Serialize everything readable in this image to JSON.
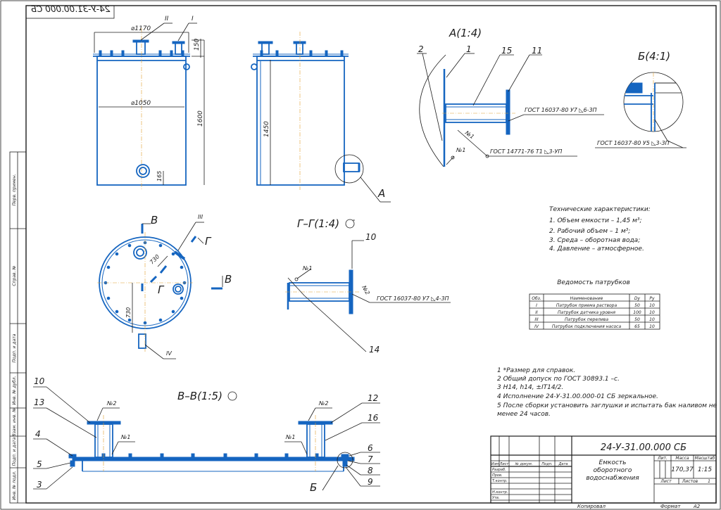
{
  "stamp_mirror": "24-У-31.00.000 СБ",
  "side_labels": [
    "Перв. примен.",
    "Справ. №",
    "Подп. и дата",
    "Инв. № дубл.",
    "Взам. инв. №",
    "Подп. и дата",
    "Инв. № подл."
  ],
  "front_view": {
    "dims": {
      "d_top": "⌀1170",
      "d_body": "⌀1050",
      "h150": "150",
      "h1600": "1600",
      "h165": "165"
    },
    "markers": [
      "II",
      "I"
    ]
  },
  "side_view": {
    "dims": {
      "h1450": "1450"
    },
    "callout": "A"
  },
  "plan_view": {
    "markers": {
      "iii": "III",
      "iv": "IV"
    },
    "section_b": "В",
    "section_g": "Г",
    "dims": {
      "r730": "730",
      "d730": "730"
    }
  },
  "section_gg": {
    "title": "Г–Г(1:4)",
    "parts": [
      "10",
      "14"
    ],
    "weld_n1": "№1",
    "weld_n2": "№2",
    "gost": "ГОСТ 16037-80 У7 ◺4-3П"
  },
  "detail_a": {
    "title": "А(1:4)",
    "parts": [
      "2",
      "1",
      "15",
      "11"
    ],
    "weld_n1a": "№1",
    "weld_n1b": "№1",
    "gost1": "ГОСТ 16037-80 У7 ◺6-3П",
    "gost2": "ГОСТ 14771-76 Т1 ◺3-УП"
  },
  "detail_b": {
    "title": "Б(4:1)",
    "gost": "ГОСТ 16037-80 У5 ◺3-3П"
  },
  "tech": {
    "title": "Технические характеристики:",
    "lines": [
      "1. Объем емкости – 1,45 м³;",
      "2. Рабочий объем – 1 м³;",
      "3. Среда – оборотная вода;",
      "4. Давление – атмосферное."
    ]
  },
  "nozzles": {
    "title": "Ведомость патрубков",
    "headers": [
      "Обз.",
      "Наименование",
      "Dy",
      "Py"
    ],
    "rows": [
      [
        "I",
        "Патрубок приема раствора",
        "50",
        "10"
      ],
      [
        "II",
        "Патрубок датчика уровня",
        "100",
        "10"
      ],
      [
        "III",
        "Патрубок перелива",
        "50",
        "10"
      ],
      [
        "IV",
        "Патрубок подключения насоса",
        "65",
        "10"
      ]
    ]
  },
  "notes": [
    "1 *Размер для справок.",
    "2 Общий допуск по ГОСТ 30893.1 –с.",
    "3 H14, h14, ±IT14/2.",
    "4 Исполнение 24-У-31.00.000-01 СБ зеркальное.",
    "5 После сборки установить заглушки и испытать бак наливом не",
    "менее 24 часов."
  ],
  "section_bb": {
    "title": "В–В(1:5)",
    "parts_left": [
      "10",
      "13",
      "4",
      "5",
      "3"
    ],
    "parts_right": [
      "12",
      "16",
      "6",
      "7",
      "8",
      "9"
    ],
    "weld_n2a": "№2",
    "weld_n2b": "№2",
    "weld_n1a": "№1",
    "weld_n1b": "№1",
    "callout": "Б"
  },
  "title_block": {
    "code": "24-У-31.00.000 СБ",
    "name_1": "Емкость",
    "name_2": "оборотного",
    "name_3": "водоснабжения",
    "col_lit": "Лит.",
    "col_mass": "Масса",
    "col_scale": "Масштаб",
    "mass": "170,37",
    "scale": "1:15",
    "sheet_l": "Лист",
    "sheets_l": "Листов",
    "sheets_v": "1",
    "hdr": [
      "Изм",
      "Лист",
      "№ докум.",
      "Подп.",
      "Дата"
    ],
    "rows": [
      "Разраб.",
      "Пров.",
      "Т.контр.",
      "",
      "Н.контр.",
      "Утв."
    ],
    "copied": "Копировал",
    "format_l": "Формат",
    "format_v": "А2"
  }
}
